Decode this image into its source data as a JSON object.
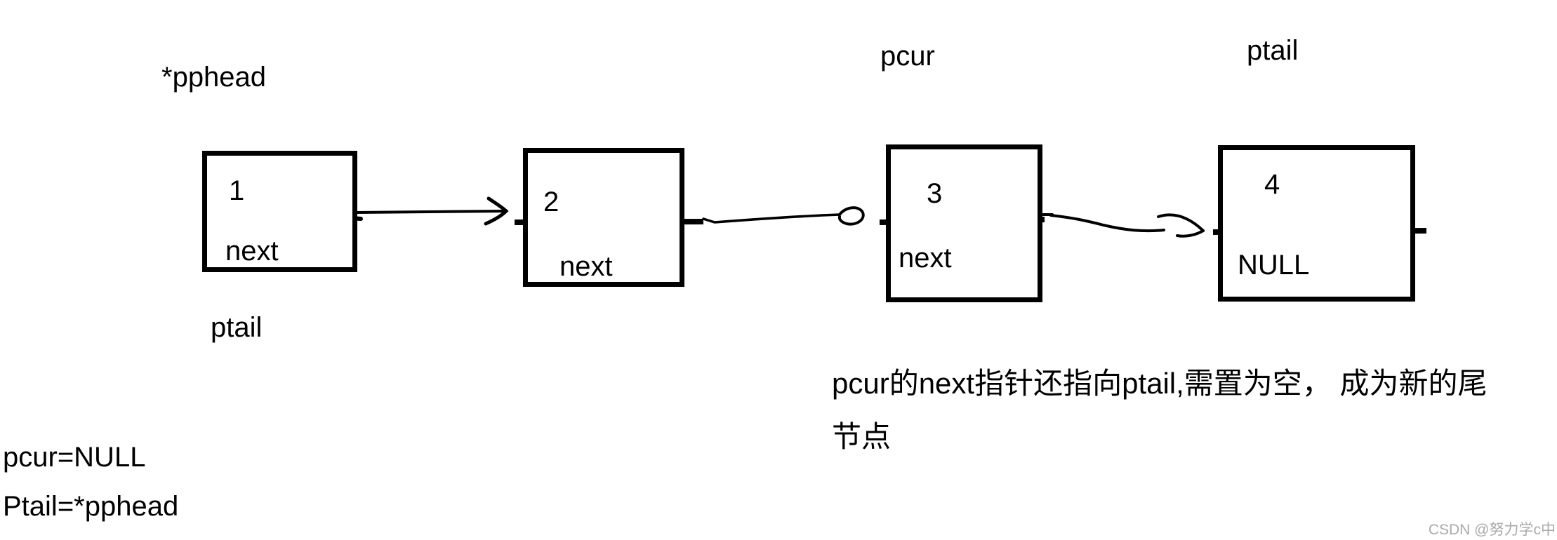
{
  "diagram": {
    "title_labels": {
      "pphead": "*pphead",
      "ptail_under_node1": "ptail",
      "pcur": "pcur",
      "ptail_above_node4": "ptail"
    },
    "nodes": [
      {
        "value": "1",
        "pointer_field": "next"
      },
      {
        "value": "2",
        "pointer_field": "next"
      },
      {
        "value": "3",
        "pointer_field": "next"
      },
      {
        "value": "4",
        "pointer_field": "NULL"
      }
    ],
    "annotation": {
      "line1": "pcur的next指针还指向ptail,需置为空， 成为新的尾",
      "line2": "节点"
    },
    "code_lines": {
      "line1": "pcur=NULL",
      "line2": "Ptail=*pphead"
    },
    "watermark": "CSDN @努力学c中",
    "colors": {
      "ink": "#000000",
      "watermark_gray": "#aaaaaa",
      "background": "#ffffff"
    }
  }
}
